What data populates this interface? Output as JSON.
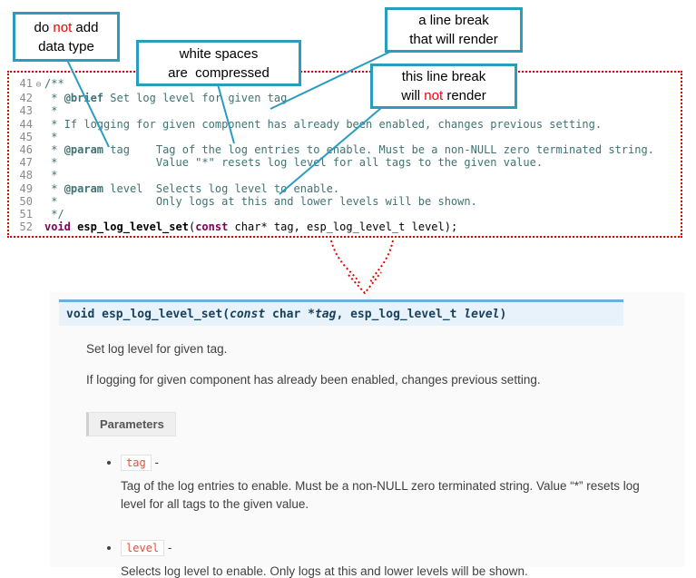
{
  "callouts": {
    "no_datatype": {
      "line1": [
        {
          "t": "do "
        },
        {
          "t": "not",
          "cls": "red"
        },
        {
          "t": " add"
        }
      ],
      "line2": [
        {
          "t": "data type"
        }
      ]
    },
    "whitespace": {
      "line1": [
        {
          "t": "white spaces"
        }
      ],
      "line2": [
        {
          "t": "are  compressed"
        }
      ]
    },
    "break_render": {
      "line1": [
        {
          "t": "a line break"
        }
      ],
      "line2": [
        {
          "t": "that will render"
        }
      ]
    },
    "break_norender": {
      "line1": [
        {
          "t": "this line break"
        }
      ],
      "line2": [
        {
          "t": "will "
        },
        {
          "t": "not",
          "cls": "red"
        },
        {
          "t": " render"
        }
      ]
    }
  },
  "code": {
    "lines": [
      {
        "num": "41",
        "fold": "⊖",
        "segments": [
          {
            "t": "/**",
            "cls": "cmt"
          }
        ]
      },
      {
        "num": "42",
        "segments": [
          {
            "t": " * ",
            "cls": "cmt"
          },
          {
            "t": "@brief",
            "cls": "tag"
          },
          {
            "t": " Set log level for given tag",
            "cls": "cmt"
          }
        ]
      },
      {
        "num": "43",
        "segments": [
          {
            "t": " *",
            "cls": "cmt"
          }
        ]
      },
      {
        "num": "44",
        "segments": [
          {
            "t": " * If logging for given component has already been enabled, changes previous setting.",
            "cls": "cmt"
          }
        ]
      },
      {
        "num": "45",
        "segments": [
          {
            "t": " *",
            "cls": "cmt"
          }
        ]
      },
      {
        "num": "46",
        "segments": [
          {
            "t": " * ",
            "cls": "cmt"
          },
          {
            "t": "@param",
            "cls": "tag"
          },
          {
            "t": " tag    Tag of the log entries to enable. Must be a non-NULL zero terminated string.",
            "cls": "cmt"
          }
        ]
      },
      {
        "num": "47",
        "segments": [
          {
            "t": " *               Value \"*\" resets log level for all tags to the given value.",
            "cls": "cmt"
          }
        ]
      },
      {
        "num": "48",
        "segments": [
          {
            "t": " *",
            "cls": "cmt"
          }
        ]
      },
      {
        "num": "49",
        "segments": [
          {
            "t": " * ",
            "cls": "cmt"
          },
          {
            "t": "@param",
            "cls": "tag"
          },
          {
            "t": " level  Selects log level to enable.",
            "cls": "cmt"
          }
        ]
      },
      {
        "num": "50",
        "segments": [
          {
            "t": " *               Only logs at this and lower levels will be shown.",
            "cls": "cmt"
          }
        ]
      },
      {
        "num": "51",
        "segments": [
          {
            "t": " */",
            "cls": "cmt"
          }
        ]
      },
      {
        "num": "52",
        "segments": [
          {
            "t": "void",
            "cls": "kw"
          },
          {
            "t": " "
          },
          {
            "t": "esp_log_level_set",
            "cls": "fn"
          },
          {
            "t": "("
          },
          {
            "t": "const",
            "cls": "kw"
          },
          {
            "t": " char* tag, esp_log_level_t level);"
          }
        ]
      }
    ]
  },
  "doc": {
    "signature": [
      {
        "t": "void",
        "cls": "sig-kw"
      },
      {
        "t": " "
      },
      {
        "t": "esp_log_level_set",
        "cls": "sig-name"
      },
      {
        "t": "("
      },
      {
        "t": "const",
        "cls": "sig-it"
      },
      {
        "t": " char *"
      },
      {
        "t": "tag",
        "cls": "sig-it"
      },
      {
        "t": ", "
      },
      {
        "t": "esp_log_level_t"
      },
      {
        "t": " "
      },
      {
        "t": "level",
        "cls": "sig-it"
      },
      {
        "t": ")"
      }
    ],
    "p1": "Set log level for given tag.",
    "p2": "If logging for given component has already been enabled, changes previous setting.",
    "params_label": "Parameters",
    "dash": " -",
    "params": [
      {
        "name": "tag",
        "desc": "Tag of the log entries to enable. Must be a non-NULL zero terminated string. Value “*” resets log level for all tags to the given value."
      },
      {
        "name": "level",
        "desc": "Selects log level to enable. Only logs at this and lower levels will be shown."
      }
    ]
  },
  "colors": {
    "callout_border": "#2a9cbf",
    "dotted_border": "#e60000",
    "red_emphasis": "#ee0000",
    "comment_text": "#3f7373",
    "keyword_text": "#7f0055",
    "signature_bg": "#e7f2fa",
    "signature_border": "#6ab0de",
    "param_name_text": "#e74c3c"
  }
}
